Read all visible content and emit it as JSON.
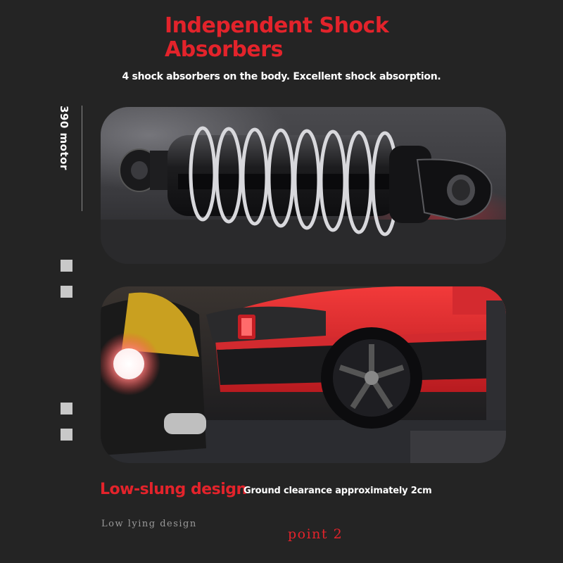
{
  "header": {
    "title": "Independent Shock Absorbers",
    "subtitle": "4 shock absorbers on the body. Excellent shock absorption."
  },
  "side": {
    "label": "390 motor"
  },
  "panels": [
    {
      "image": "shock-absorber-photo"
    },
    {
      "image": "red-car-low-slung-photo"
    }
  ],
  "feature": {
    "title": "Low-slung design",
    "description": "Ground clearance approximately 2cm",
    "caption": "Low lying design",
    "point": "point 2"
  },
  "colors": {
    "background": "#242424",
    "accent": "#e3232b",
    "square": "#c8c8c8"
  }
}
